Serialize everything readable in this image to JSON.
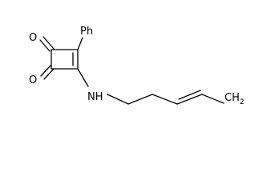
{
  "molecule": {
    "atoms": {
      "oxygen_top": "O",
      "oxygen_bottom": "O",
      "phenyl": "Ph",
      "amine": "NH",
      "terminal_carbon": "CH",
      "terminal_subscript": "2"
    }
  }
}
